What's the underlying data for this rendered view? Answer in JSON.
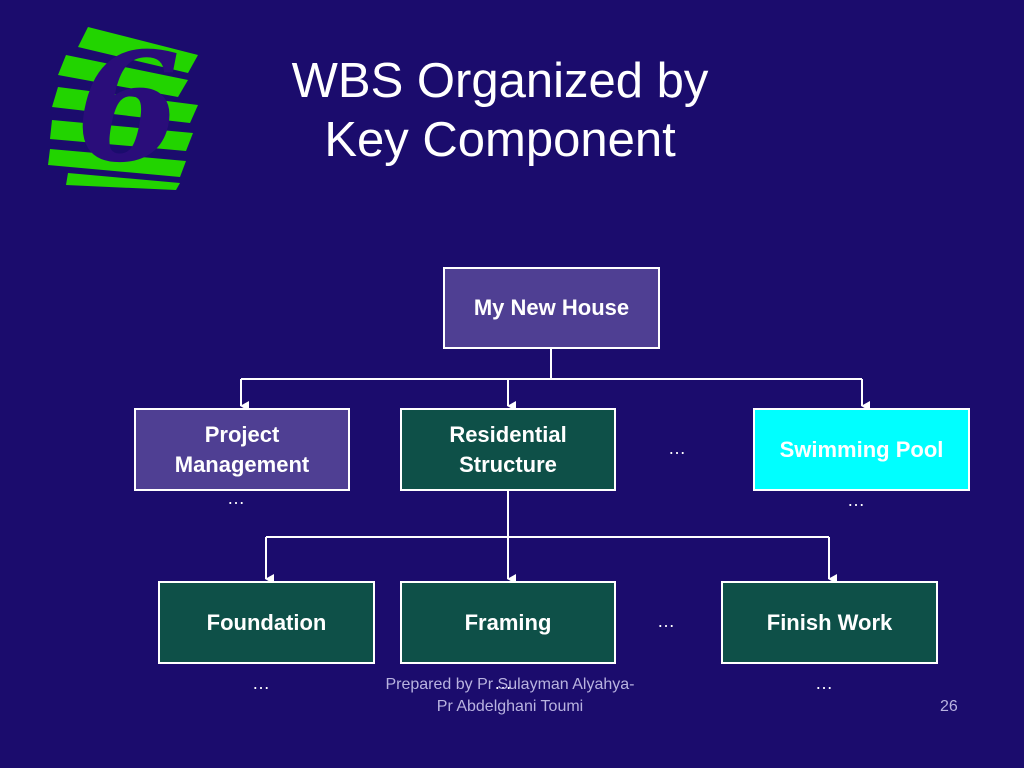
{
  "slide": {
    "title_line1": "WBS Organized by",
    "title_line2": "Key Component",
    "logo_glyph": "6",
    "colors": {
      "background": "#1b0c6d",
      "logo_green": "#22d400",
      "logo_purple": "#2a0d7a",
      "node_purple": "#4f3f93",
      "node_green": "#0e5048",
      "node_cyan": "#00ffff"
    }
  },
  "wbs": {
    "root": "My New House",
    "level1": {
      "project_management": "Project Management",
      "residential_structure": "Residential Structure",
      "swimming_pool": "Swimming Pool"
    },
    "level2": {
      "foundation": "Foundation",
      "framing": "Framing",
      "finish_work": "Finish Work"
    },
    "ellipsis": "…"
  },
  "footer": {
    "line1": "Prepared by Pr Sulayman Alyahya-",
    "line2": "Pr Abdelghani Toumi",
    "page_number": "26"
  }
}
